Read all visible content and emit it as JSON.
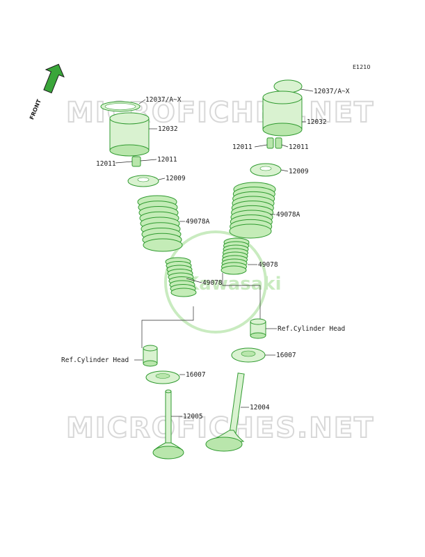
{
  "diagram_code": "E1210",
  "watermark": "MICROFICHES.NET",
  "front_label": "FRONT",
  "logo_text": "Kawasaki",
  "left_labels": {
    "keeper": "12037/A~X",
    "lifter": "12032",
    "cotter_left": "12011",
    "cotter_right": "12011",
    "retainer": "12009",
    "outer_spring": "49078A",
    "inner_spring": "49078",
    "ref_head": "Ref.Cylinder Head",
    "seal": "16007",
    "valve": "12005"
  },
  "right_labels": {
    "keeper": "12037/A~X",
    "lifter": "12032",
    "cotter_left": "12011",
    "cotter_right": "12011",
    "retainer": "12009",
    "outer_spring": "49078A",
    "inner_spring": "49078",
    "ref_head": "Ref.Cylinder Head",
    "seal": "16007",
    "valve": "12004"
  }
}
